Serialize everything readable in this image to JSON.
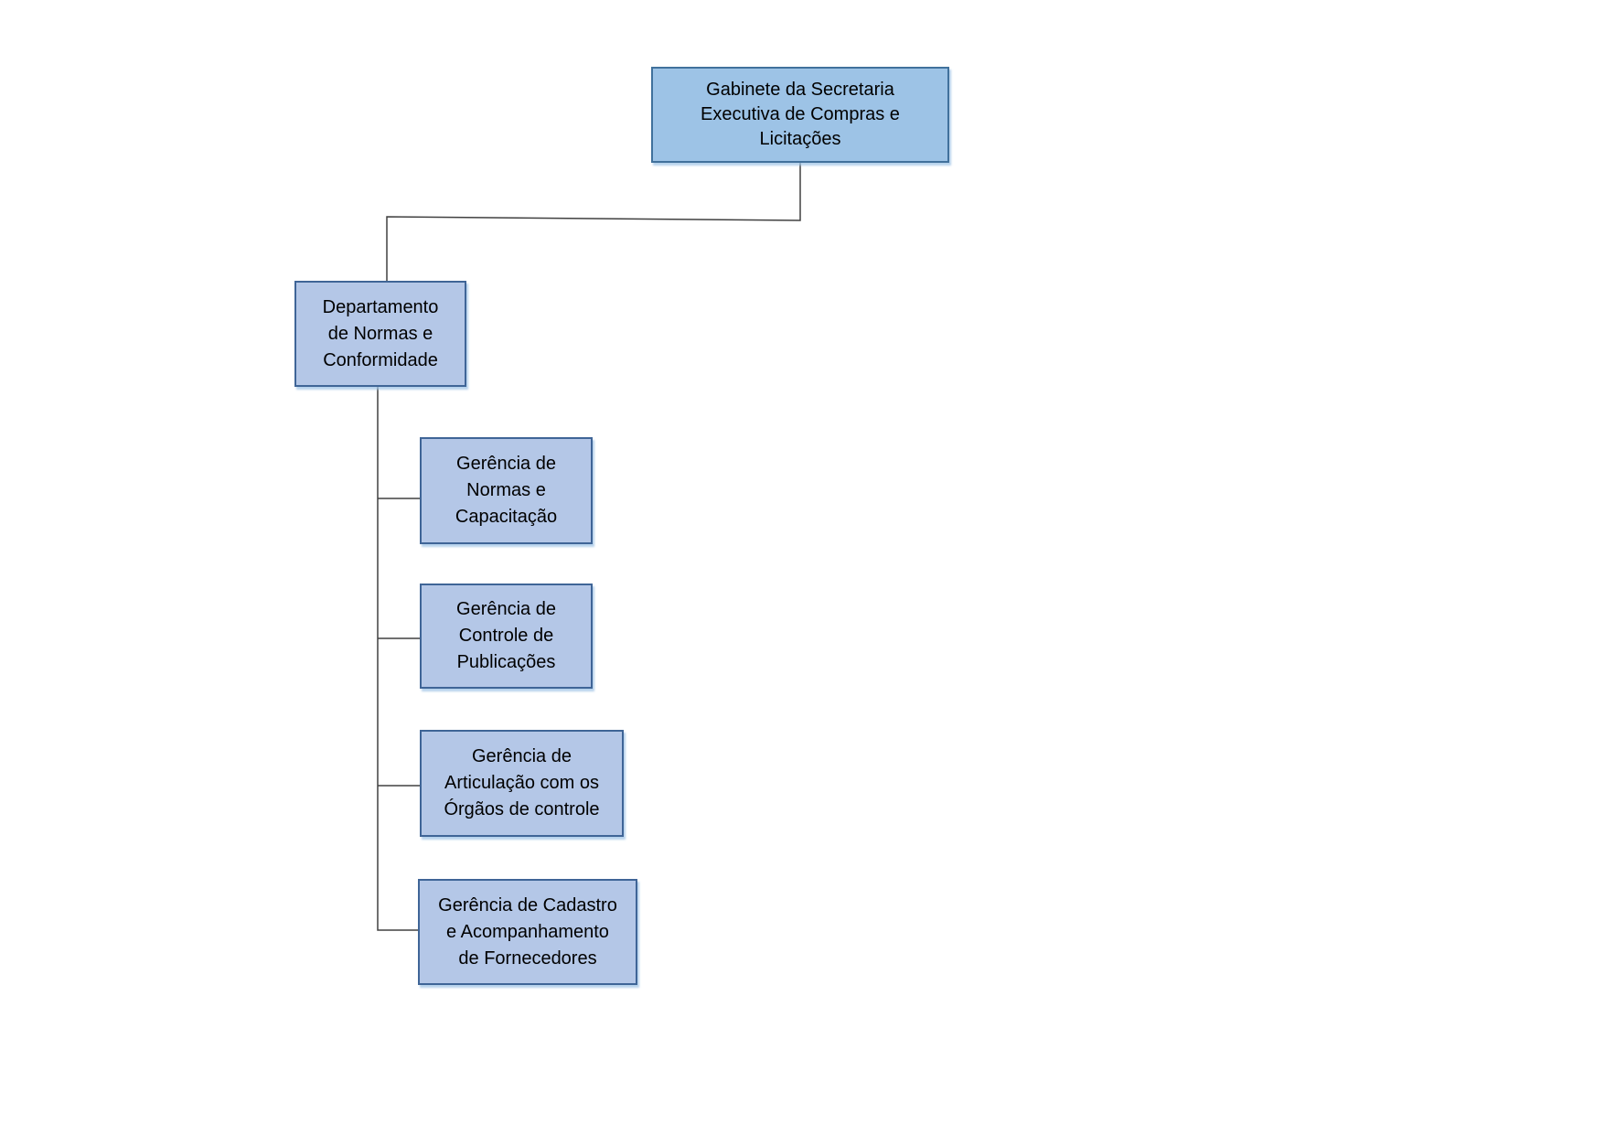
{
  "diagram": {
    "type": "org-chart",
    "colors": {
      "background": "#FFFFFF",
      "text": "#000000",
      "connector": "#404040",
      "root_fill": "#9DC3E6",
      "root_border": "#41719C",
      "unit_fill": "#B4C7E7",
      "unit_border": "#3F6597"
    },
    "nodes": {
      "root": {
        "label": "Gabinete da Secretaria\nExecutiva de Compras e\nLicitações"
      },
      "department": {
        "label": "Departamento\nde Normas e\nConformidade"
      },
      "units": [
        {
          "label": "Gerência de\nNormas e\nCapacitação"
        },
        {
          "label": "Gerência de\nControle de\nPublicações"
        },
        {
          "label": "Gerência de\nArticulação com os\nÓrgãos de controle"
        },
        {
          "label": "Gerência de Cadastro\ne Acompanhamento\nde Fornecedores"
        }
      ]
    }
  }
}
